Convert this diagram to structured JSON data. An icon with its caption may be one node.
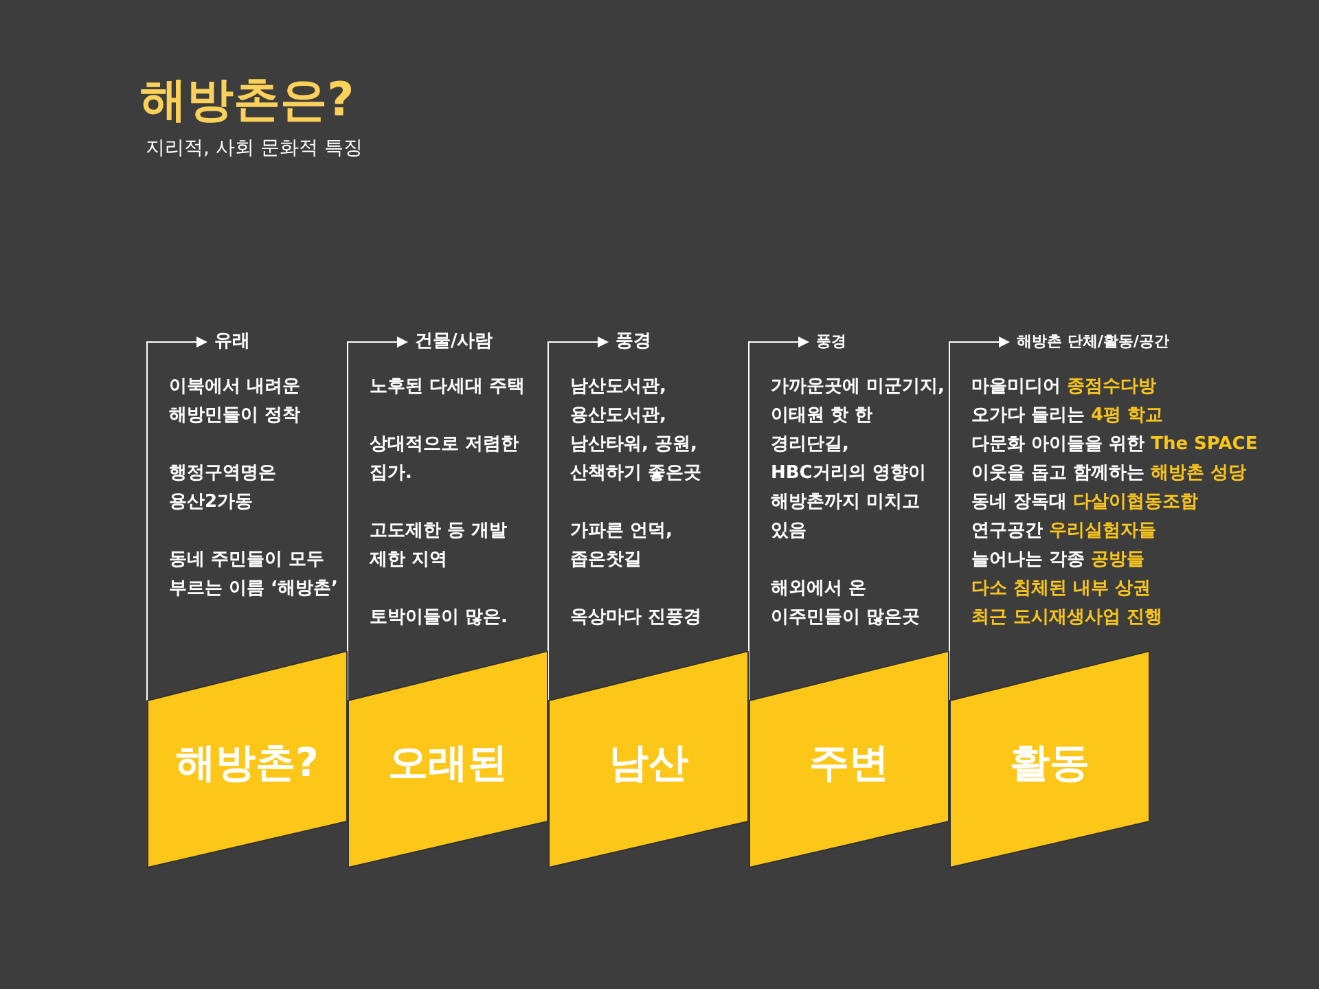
{
  "diagram": {
    "title": "해방촌은?",
    "nodes": [
      {
        "text": [
          "유래"
        ]
      },
      {
        "text": [
          "해방촌?"
        ]
      },
      {
        "text": [
          "건물/사람"
        ]
      },
      {
        "text": [
          "오래된"
        ]
      },
      {
        "text": [
          "풍경"
        ]
      },
      {
        "text": [
          "남산"
        ]
      },
      {
        "text": [
          "풍경"
        ]
      },
      {
        "text": [
          "주변"
        ]
      },
      {
        "text": [
          "해방촌 단체/활동/공간"
        ]
      },
      {
        "text": [
          "활동"
        ]
      }
    ],
    "edges": [
      {
        "from": 1,
        "to": 0,
        "arrow": "to"
      },
      {
        "from": 3,
        "to": 2,
        "arrow": "to"
      },
      {
        "from": 5,
        "to": 4,
        "arrow": "to"
      },
      {
        "from": 7,
        "to": 6,
        "arrow": "to"
      },
      {
        "from": 9,
        "to": 8,
        "arrow": "to"
      }
    ],
    "labels": [
      "지리적, 사회 문화적 특징",
      "이북에서 내려운 해방민들이 정착",
      "행정구역명은 용산2가동",
      "동네 주민들이 모두 부르는 이름 ‘해방촌’",
      "노후된 다세대 주택",
      "상대적으로 저렴한 집가.",
      "고도제한 등 개발 제한 지역",
      "토박이들이 많은.",
      "남산도서관, 용산도서관, 남산타워, 공원, 산책하기 좋은곳",
      "가파른 언덕, 좁은찻길",
      "옥상마다 진풍경",
      "가까운곳에 미군기지, 이태원 핫 한 경리단길, HBC거리의 영향이 해방촌까지 미치고 있음",
      "해외에서 온 이주민들이 많은곳",
      "마을미디어",
      "종점수다방",
      "오가다 들리는",
      "4평 학교",
      "다문화 아이들을 위한",
      "The SPACE",
      "이웃을 돕고 함께하는",
      "해방촌 성당",
      "동네 장독대",
      "다살이협동조합",
      "연구공간",
      "우리실험자들",
      "늘어나는 각종",
      "공방들",
      "다소 침체된 내부 상권",
      "최근 도시재생사업 진행"
    ]
  }
}
